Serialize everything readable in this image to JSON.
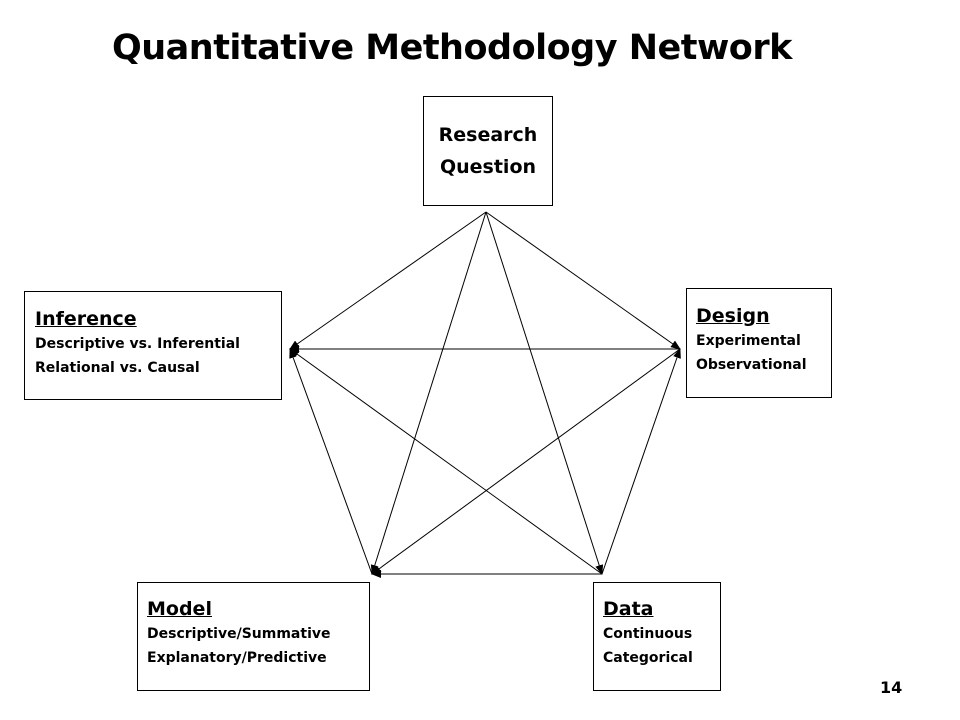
{
  "title": "Quantitative Methodology Network",
  "page_number": "14",
  "nodes": {
    "research": {
      "lines": [
        "Research",
        "Question"
      ]
    },
    "inference": {
      "title": "Inference",
      "lines": [
        "Descriptive vs. Inferential",
        "Relational vs. Causal"
      ]
    },
    "design": {
      "title": "Design",
      "lines": [
        "Experimental",
        "Observational"
      ]
    },
    "model": {
      "title": "Model",
      "lines": [
        "Descriptive/Summative",
        "Explanatory/Predictive"
      ]
    },
    "data": {
      "title": "Data",
      "lines": [
        "Continuous",
        "Categorical"
      ]
    }
  },
  "edges": [
    {
      "from": "research",
      "to": "inference"
    },
    {
      "from": "research",
      "to": "design"
    },
    {
      "from": "research",
      "to": "model"
    },
    {
      "from": "research",
      "to": "data"
    },
    {
      "from": "design",
      "to": "inference"
    },
    {
      "from": "design",
      "to": "model"
    },
    {
      "from": "data",
      "to": "design"
    },
    {
      "from": "data",
      "to": "inference"
    },
    {
      "from": "data",
      "to": "model"
    },
    {
      "from": "model",
      "to": "inference"
    }
  ],
  "colors": {
    "line": "#000000",
    "background": "#ffffff"
  }
}
